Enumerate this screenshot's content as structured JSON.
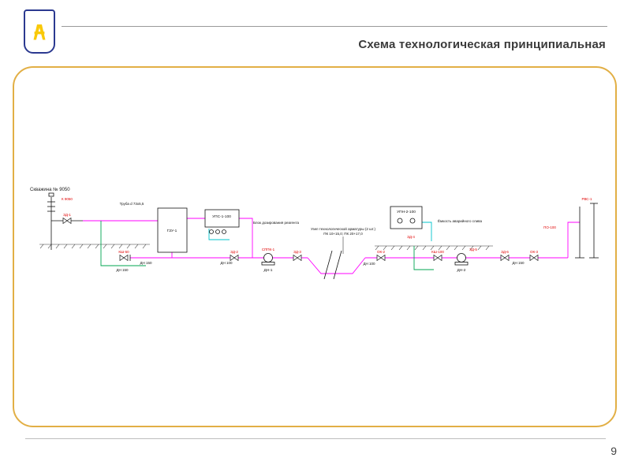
{
  "header": {
    "title": "Схема технологическая принципиальная"
  },
  "footer": {
    "page_number": "9"
  },
  "diagram": {
    "well_label": "Скважина № 9050",
    "equipment": {
      "gzu": "ГЗУ-1",
      "ups": "УПС-1-100",
      "upn": "УПН-2-100",
      "pump1": "ДН-1",
      "pump2": "ДН-2"
    },
    "notes": {
      "tube": "Труба d 73х5,5",
      "dosing": "Блок дозирования реагента",
      "tank": "Ёмкость аварийного слива",
      "node1": "Узел технологической арматуры (2 шт.)",
      "node2": "ПК 10+15,0; ПК 20+17,0"
    },
    "pipe_labels": [
      "ДН 150",
      "ДН 100",
      "ДН 100",
      "ДН 150",
      "ДН 150"
    ],
    "red_labels": [
      "К 9050",
      "ЗД-1",
      "КШ-50",
      "ЗД-2",
      "СППК-1",
      "ЗД-3",
      "ОК-2",
      "КШ-100",
      "ЗД-5",
      "ЗД-6",
      "ОК-3",
      "ПО-100",
      "РВС-1",
      "ЗД-4"
    ]
  }
}
